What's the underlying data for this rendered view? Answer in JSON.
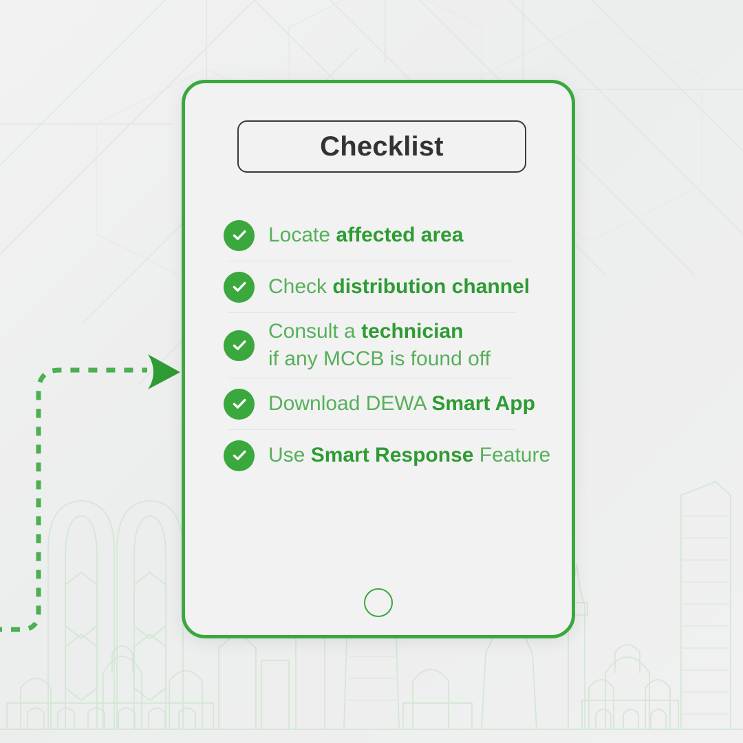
{
  "page": {
    "background_color": "#efefef",
    "brand_green": "#3aa83d",
    "text_green_regular": "#56b05a",
    "text_green_bold": "#2e9b33",
    "title_color": "#333333"
  },
  "device": {
    "name": "tablet",
    "border_color": "#3ba83e",
    "home_button": "home-button"
  },
  "header": {
    "title": "Checklist"
  },
  "checklist": {
    "items": [
      {
        "icon": "check-circle-icon",
        "lines": [
          {
            "plain_before": "Locate ",
            "bold": "affected area",
            "plain_after": ""
          }
        ]
      },
      {
        "icon": "check-circle-icon",
        "lines": [
          {
            "plain_before": "Check ",
            "bold": "distribution channel",
            "plain_after": ""
          }
        ]
      },
      {
        "icon": "check-circle-icon",
        "lines": [
          {
            "plain_before": "Consult a ",
            "bold": "technician",
            "plain_after": ""
          },
          {
            "plain_before": "if any MCCB is found off",
            "bold": "",
            "plain_after": ""
          }
        ]
      },
      {
        "icon": "check-circle-icon",
        "lines": [
          {
            "plain_before": "Download DEWA ",
            "bold": "Smart App",
            "plain_after": ""
          }
        ]
      },
      {
        "icon": "check-circle-icon",
        "lines": [
          {
            "plain_before": "Use ",
            "bold": "Smart Response",
            "plain_after": " Feature"
          }
        ]
      }
    ]
  },
  "annotation": {
    "arrow": {
      "name": "dashed-arrow-pointer",
      "color": "#4caf50",
      "style": "dashed",
      "points_to": "tablet"
    }
  },
  "decoration": {
    "skyline": "dubai-skyline-line-art",
    "pattern": "diagonal-geometric-pattern"
  }
}
